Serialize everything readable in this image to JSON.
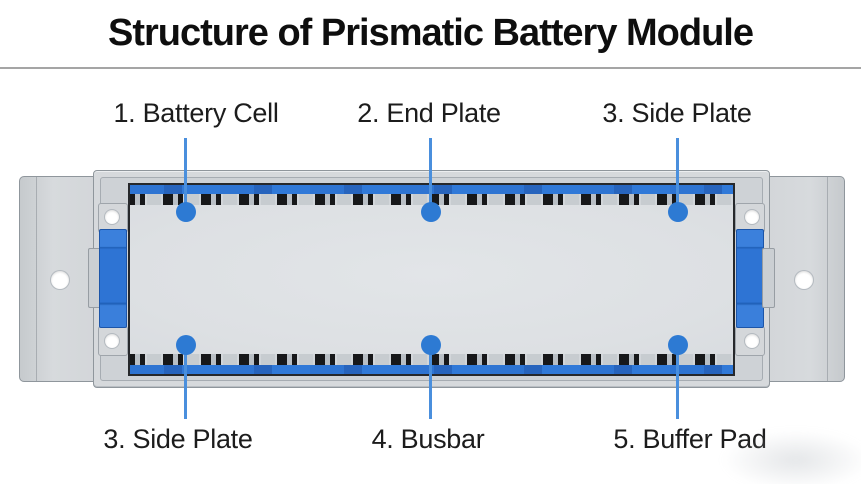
{
  "title": "Structure of Prismatic Battery Module",
  "labels": {
    "top": [
      {
        "text": "1. Battery Cell",
        "target": "battery-cell"
      },
      {
        "text": "2. End Plate",
        "target": "end-plate"
      },
      {
        "text": "3. Side Plate",
        "target": "side-plate"
      }
    ],
    "bottom": [
      {
        "text": "3. Side Plate",
        "target": "side-plate"
      },
      {
        "text": "4. Busbar",
        "target": "busbar"
      },
      {
        "text": "5. Buffer Pad",
        "target": "buffer-pad"
      }
    ]
  },
  "parts": [
    "battery-cell",
    "end-plate",
    "side-plate",
    "busbar",
    "buffer-pad"
  ],
  "colors": {
    "callout_line": "#4a8fdd",
    "callout_dot": "#2d7ad3",
    "buffer_pad_blue": "#2e74d4",
    "busbar_strip_blue": "#2e74d2",
    "frame_gray": "#d6d9dc",
    "cell_panel_gray": "#dee1e4",
    "title_text": "#0e0e0e",
    "label_text": "#1c1c1c"
  }
}
